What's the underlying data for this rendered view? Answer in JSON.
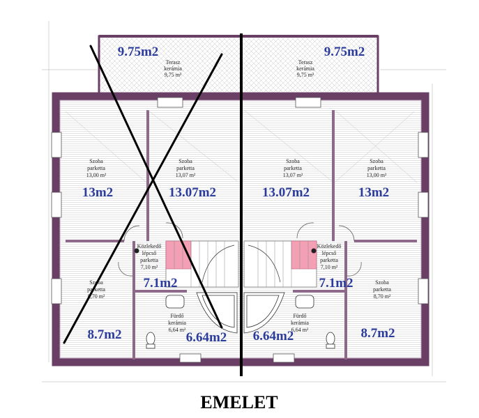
{
  "title": "EMELET",
  "rooms": [
    {
      "id": "terrace-left",
      "name": "Terasz",
      "sub": "kerámia",
      "area": "9,75 m²",
      "big": "9.75m2"
    },
    {
      "id": "terrace-right",
      "name": "Terasz",
      "sub": "kerámia",
      "area": "9,75 m²",
      "big": "9.75m2"
    },
    {
      "id": "room-1",
      "name": "Szoba",
      "sub": "parketta",
      "area": "13,00 m²",
      "big": "13m2"
    },
    {
      "id": "room-2",
      "name": "Szoba",
      "sub": "parketta",
      "area": "13,07 m²",
      "big": "13.07m2"
    },
    {
      "id": "room-3",
      "name": "Szoba",
      "sub": "parketta",
      "area": "13,07 m²",
      "big": "13.07m2"
    },
    {
      "id": "room-4",
      "name": "Szoba",
      "sub": "parketta",
      "area": "13,00 m²",
      "big": "13m2"
    },
    {
      "id": "hall-left",
      "name": "Közlekedő",
      "name2": "lépcső",
      "sub": "parketta",
      "area": "7,10 m²",
      "big": "7.1m2"
    },
    {
      "id": "hall-right",
      "name": "Közlekedő",
      "name2": "lépcső",
      "sub": "parketta",
      "area": "7,10 m²",
      "big": "7.1m2"
    },
    {
      "id": "small-room-left",
      "name": "Szoba",
      "sub": "parketta",
      "area": "8,70 m²",
      "big": "8.7m2"
    },
    {
      "id": "small-room-right",
      "name": "Szoba",
      "sub": "parketta",
      "area": "8,70 m²",
      "big": "8.7m2"
    },
    {
      "id": "bath-left",
      "name": "Fürdő",
      "sub": "kerámia",
      "area": "6,64 m²",
      "big": "6.64m2"
    },
    {
      "id": "bath-right",
      "name": "Fürdő",
      "sub": "kerámia",
      "area": "6,64 m²",
      "big": "6.64m2"
    }
  ],
  "colors": {
    "wall": "#7a4f78",
    "wall_inner": "#bfa6bd",
    "area_text": "#2b3b9c",
    "stair_highlight": "#f3a0b4"
  }
}
